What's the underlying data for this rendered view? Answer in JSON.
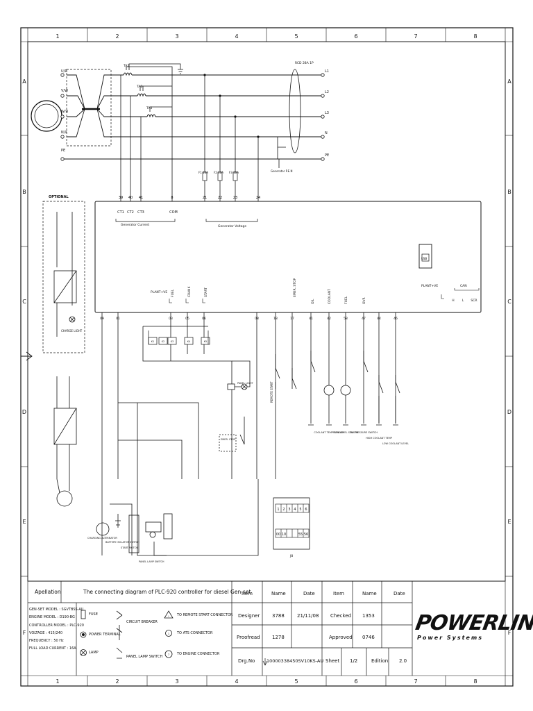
{
  "grid": {
    "columns": [
      "1",
      "2",
      "3",
      "4",
      "5",
      "6",
      "7",
      "8"
    ],
    "rows": [
      "A",
      "B",
      "C",
      "D",
      "E",
      "F"
    ]
  },
  "diagram": {
    "mains_labels": [
      "U/R",
      "V/W",
      "W/U",
      "N/X",
      "PE"
    ],
    "bus_labels": [
      "L1",
      "L2",
      "L3",
      "N",
      "PE"
    ],
    "ct_labels": [
      "TA1",
      "TA2",
      "TA3"
    ],
    "fuse_labels": [
      "F1 10A",
      "F2 10A",
      "F3 10A"
    ],
    "rcd_label": "RCD 28A 1P",
    "generator_pen": "Generator P.E.N",
    "optional": "OPTIONAL",
    "controller_terminals_top": [
      "39",
      "40",
      "41",
      "8",
      "21",
      "22",
      "23",
      "24"
    ],
    "controller_ct": [
      "CT1",
      "CT2",
      "CT3",
      "COM"
    ],
    "gen_current": "Generator Current",
    "gen_voltage": "Generator Voltage",
    "plant_left": "PLANT+VE",
    "plant_right": "PLANT+VE",
    "can": "CAN",
    "can_pins": [
      "H",
      "L",
      "SCR"
    ],
    "usb": "USB",
    "vertical_labels": [
      "FUEL",
      "CRANK",
      "START",
      "EMER. STOP",
      "OIL",
      "COOLANT",
      "FUEL",
      "OVR"
    ],
    "bottom_terminals": [
      "09",
      "01",
      "03",
      "05",
      "06",
      "08",
      "18",
      "17",
      "41",
      "42",
      "58",
      "47",
      "44",
      "46"
    ],
    "relay_labels": [
      "K1",
      "K2",
      "K3",
      "K4",
      "K5"
    ],
    "sensor_labels": [
      "COOLANT TEMP SENSOR",
      "FUEL LEVEL SENSOR",
      "OIL PRESSURE SWITCH",
      "HIGH COOLANT TEMP",
      "LOW COOLANT LEVEL"
    ],
    "misc_labels": [
      "CHARGE LIGHT",
      "REMOTE START",
      "PANEL LIGHT",
      "EMER. STOP",
      "CHARGING ALTERNATOR",
      "BATTERY ISOLATOR SWITCH",
      "START MOTOR",
      "PANEL LAMP SWITCH",
      "J8"
    ],
    "j8_top": [
      "1",
      "2",
      "3",
      "4",
      "5",
      "6"
    ],
    "j8_bottom": [
      "00",
      "10",
      "",
      "",
      "55",
      "56"
    ]
  },
  "title_block": {
    "appellation_label": "Apellation",
    "appellation_value": "The connecting diagram of PLC-920 controller for diesel Gen-set",
    "specs": [
      "GEN-SET MODEL : SGVTBSS-AU",
      "ENGINE MODEL : D190-BG",
      "CONTROLLER MODEL : PLC-920",
      "VOLTAGE : 415/240",
      "FREQUENCY : 50 Hz",
      "FULL LOAD CURRENT : 16A"
    ],
    "legend": [
      "FUSE",
      "POWER TERMINAL",
      "LAMP",
      "CIRCUIT BREAKER",
      "PANEL LAMP SWITCH",
      "TO REMOTE START CONNECTOR",
      "TO ATS CONNECTOR",
      "TO ENGINE CONNECTOR"
    ],
    "headers": {
      "item": "Item",
      "name": "Name",
      "date": "Date"
    },
    "designer_label": "Designer",
    "designer_name": "3788",
    "designer_date": "21/11/08",
    "checked_label": "Checked",
    "checked_name": "1353",
    "proofread_label": "Proofread",
    "proofread_name": "1278",
    "approved_label": "Approved",
    "approved_name": "0746",
    "drg_label": "Drg.No",
    "drg_value": "10000338450SV10KS-AU",
    "sheet_label": "Sheet",
    "sheet_value": "1/2",
    "edition_label": "Edition",
    "edition_value": "2.0"
  },
  "logo": {
    "main": "POWERLINK",
    "sub": "Power Systems"
  }
}
